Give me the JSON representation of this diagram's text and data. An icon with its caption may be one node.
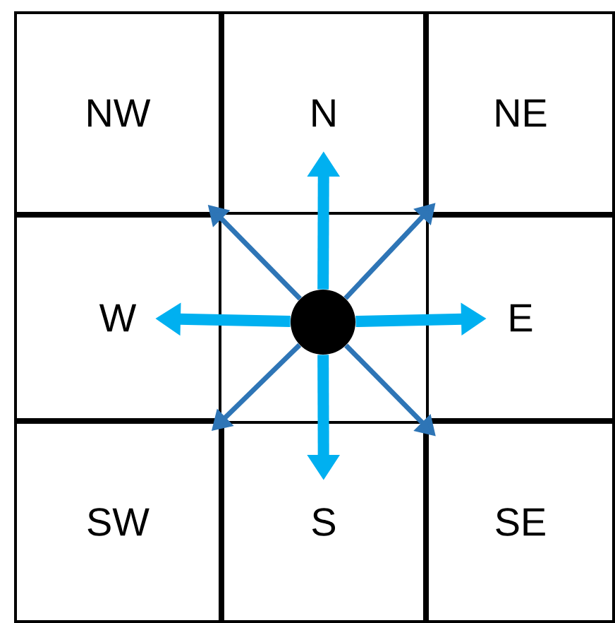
{
  "diagram": {
    "nodes": [
      {
        "text": [],
        "shape": "circle"
      },
      {
        "text": [
          "NW"
        ]
      },
      {
        "text": [
          "N"
        ]
      },
      {
        "text": [
          "NE"
        ]
      },
      {
        "text": [
          "W"
        ]
      },
      {
        "text": [
          "E"
        ]
      },
      {
        "text": [
          "SW"
        ]
      },
      {
        "text": [
          "S"
        ]
      },
      {
        "text": [
          "SE"
        ]
      }
    ],
    "edges": [
      {
        "from": 0,
        "to": 2,
        "arrow": "to",
        "style": "thick",
        "color": "#00b0f0"
      },
      {
        "from": 0,
        "to": 7,
        "arrow": "to",
        "style": "thick",
        "color": "#00b0f0"
      },
      {
        "from": 0,
        "to": 4,
        "arrow": "to",
        "style": "thick",
        "color": "#00b0f0"
      },
      {
        "from": 0,
        "to": 5,
        "arrow": "to",
        "style": "thick",
        "color": "#00b0f0"
      },
      {
        "from": 0,
        "to": 1,
        "arrow": "to",
        "color": "#2e75b6"
      },
      {
        "from": 0,
        "to": 3,
        "arrow": "to",
        "color": "#2e75b6"
      },
      {
        "from": 0,
        "to": 6,
        "arrow": "to",
        "color": "#2e75b6"
      },
      {
        "from": 0,
        "to": 8,
        "arrow": "to",
        "color": "#2e75b6"
      }
    ]
  }
}
